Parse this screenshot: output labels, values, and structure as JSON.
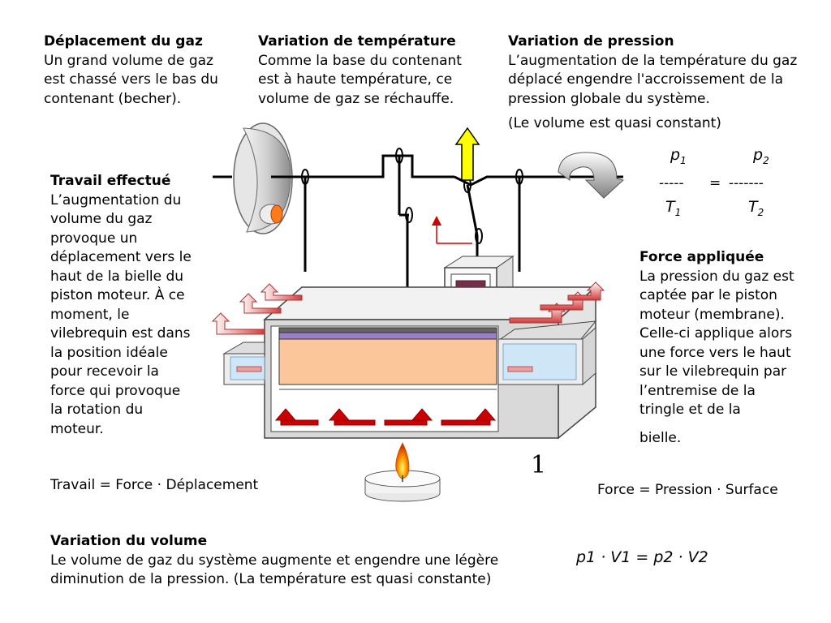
{
  "blocks": {
    "gas_displacement": {
      "title": "Déplacement du gaz",
      "body": "Un grand volume de gaz est chassé vers le bas du contenant (becher)."
    },
    "temperature_variation": {
      "title": "Variation de température",
      "body": "Comme la base du contenant est à haute température, ce volume de gaz se réchauffe."
    },
    "pressure_variation": {
      "title": "Variation de pression",
      "body": "L’augmentation de la température du gaz déplacé engendre l'accroissement de la pression globale du système.",
      "note": "(Le volume est quasi constant)"
    },
    "work_done": {
      "title": "Travail effectué",
      "body": "L’augmentation du volume du gaz provoque un déplacement vers le haut de la bielle du piston moteur. À ce moment, le vilebrequin est dans la position idéale pour recevoir la force qui provoque la rotation du moteur."
    },
    "applied_force": {
      "title": "Force appliquée",
      "body": "La pression du gaz est captée par le piston moteur (membrane).  Celle-ci applique alors une force vers le haut sur le vilebrequin par l’entremise de la tringle et de la",
      "tail": "bielle."
    },
    "volume_variation": {
      "title": "Variation du volume",
      "body": "Le volume de gaz du système augmente et engendre une légère diminution de la pression. (La température est quasi constante)"
    }
  },
  "equations": {
    "work": "Travail = Force · Déplacement",
    "force": "Force = Pression · Surface",
    "boyle": "p1 · V1  = p2 · V2",
    "gay_lussac": {
      "p1_base": "p",
      "p1_sub": "1",
      "p2_base": "p",
      "p2_sub": "2",
      "dashes_left": "-----",
      "equals": "=",
      "dashes_right": "-------",
      "t1_base": "T",
      "t1_sub": "1",
      "t2_base": "T",
      "t2_sub": "2"
    }
  },
  "slide_number": "1",
  "colors": {
    "hot_gas": "#fbc79a",
    "membrane": "#9b7fc9",
    "piston_head": "#7a2a4a",
    "arrow_red": "#cc0000",
    "arrow_yellow": "#ffff00",
    "water_blue": "#cfe6f7",
    "flame_orange": "#ff9900"
  }
}
